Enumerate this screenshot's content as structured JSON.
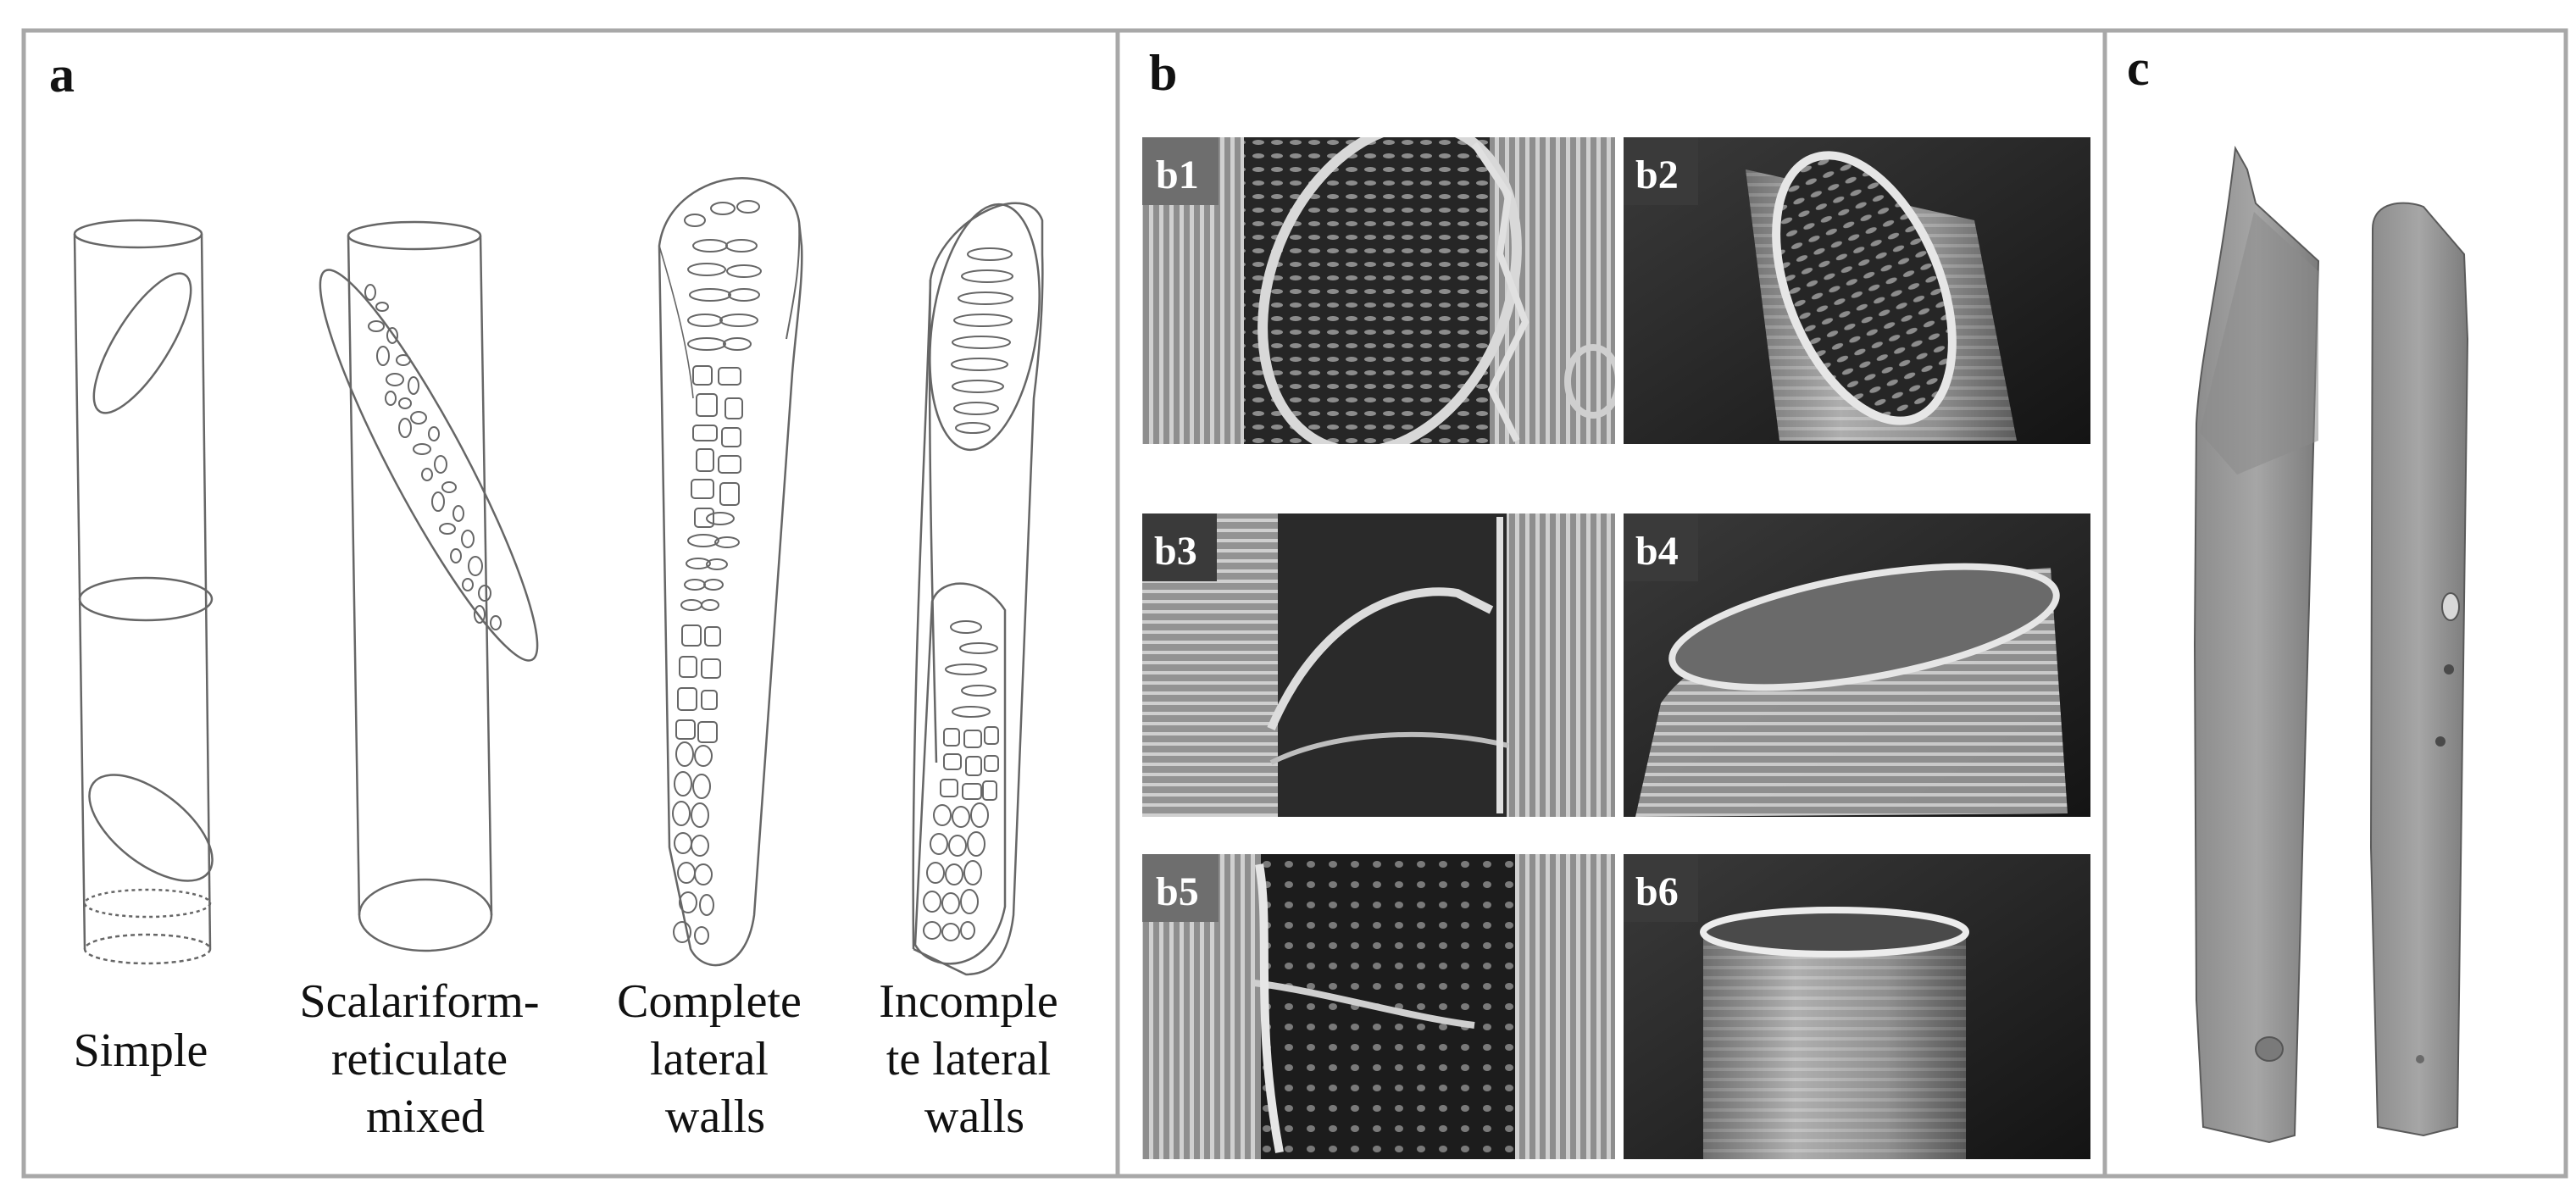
{
  "panels": {
    "a": {
      "letter": "a",
      "captions": [
        {
          "lines": [
            "Simple"
          ]
        },
        {
          "lines": [
            "Scalariform-",
            "reticulate",
            "mixed"
          ]
        },
        {
          "lines": [
            "Complete",
            "lateral",
            "walls"
          ]
        },
        {
          "lines": [
            "Incomple",
            "te lateral",
            "walls"
          ]
        }
      ]
    },
    "b": {
      "letter": "b",
      "photos": [
        {
          "tag": "b1"
        },
        {
          "tag": "b2"
        },
        {
          "tag": "b3"
        },
        {
          "tag": "b4"
        },
        {
          "tag": "b5"
        },
        {
          "tag": "b6"
        }
      ]
    },
    "c": {
      "letter": "c"
    }
  },
  "colors": {
    "frame": "#a8a8a8",
    "line": "#666666",
    "photo_dark": "#1e1e1e",
    "tag_bg": "#6e6e6e"
  }
}
